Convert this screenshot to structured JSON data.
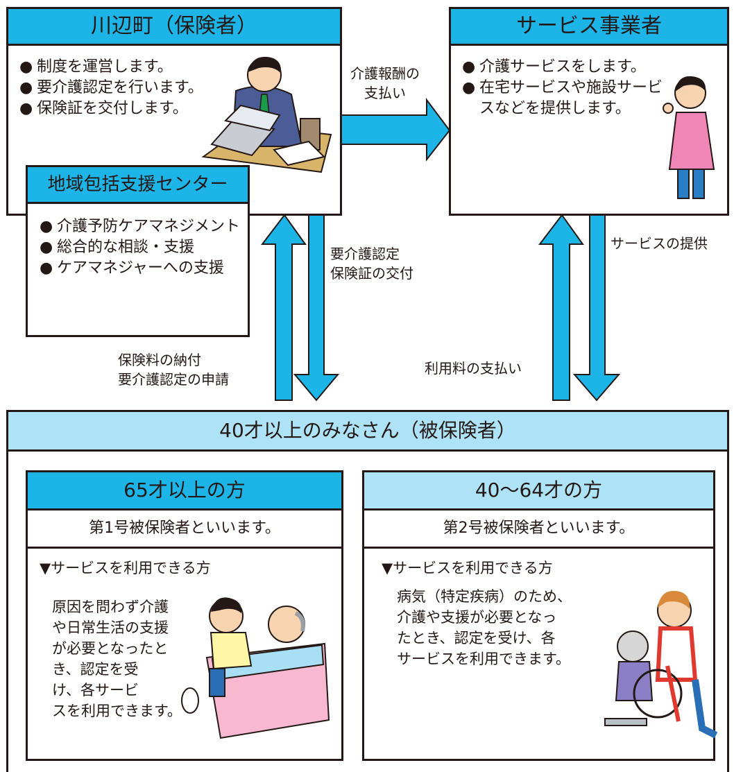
{
  "insurer": {
    "title": "川辺町（保険者）",
    "items": [
      "制度を運営します。",
      "要介護認定を行います。",
      "保険証を交付します。"
    ]
  },
  "center": {
    "title": "地域包括支援センター",
    "items": [
      "介護予防ケアマネジメント",
      "総合的な相談・支援",
      "ケアマネジャーへの支援"
    ]
  },
  "provider": {
    "title": "サービス事業者",
    "items": [
      "介護サービスをします。",
      "在宅サービスや施設サービスなどを提供します。"
    ]
  },
  "arrows": {
    "payment_fee": "介護報酬の\n支払い",
    "certification": "要介護認定\n保険証の交付",
    "premium": "保険料の納付\n要介護認定の申請",
    "usage_fee": "利用料の支払い",
    "service_provision": "サービスの提供"
  },
  "insured": {
    "title": "40才以上のみなさん（被保険者）",
    "group1": {
      "title": "65才以上の方",
      "subtitle": "第1号被保険者といいます。",
      "heading": "▼サービスを利用できる方",
      "body": "原因を問わず介護\nや日常生活の支援\nが必要となったと\nき、認定を受\nけ、各サービ\nスを利用できます。"
    },
    "group2": {
      "title": "40〜64才の方",
      "subtitle": "第2号被保険者といいます。",
      "heading": "▼サービスを利用できる方",
      "body": "病気（特定疾病）のため、\n介護や支援が必要となっ\nたとき、認定を受け、各\nサービスを利用できます。"
    }
  },
  "colors": {
    "header_cyan": "#1db4e8",
    "header_light": "#aee2f6",
    "arrow": "#1db4e8",
    "border": "#231815"
  }
}
